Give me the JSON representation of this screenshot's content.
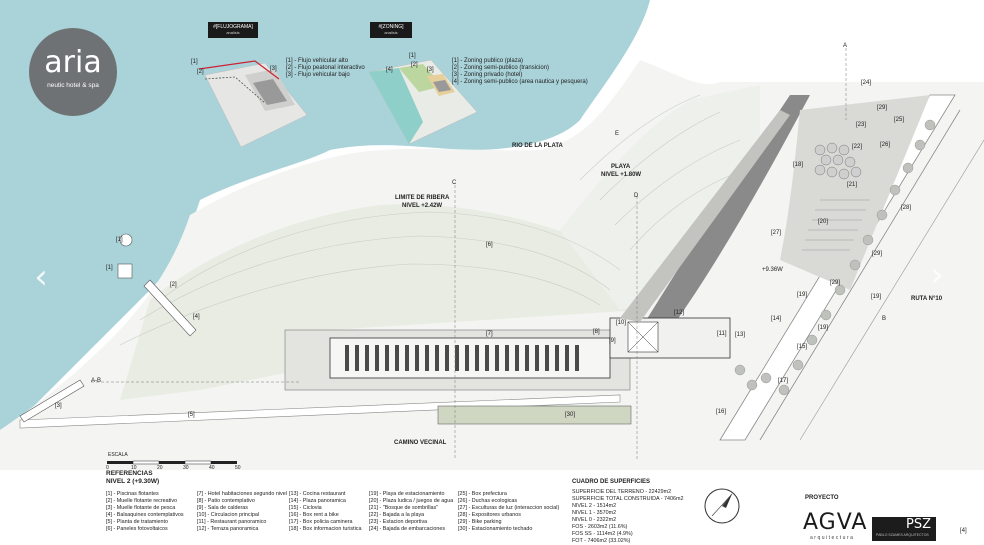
{
  "logo": {
    "name": "aria",
    "tagline": "neutic hotel & spa"
  },
  "diagrams": {
    "flujograma": {
      "tag": "#[FLUJOGRAMA]",
      "tag_sub": "analisis",
      "markers": [
        "[1]",
        "[2]",
        "[3]"
      ],
      "legend": [
        "[1] - Flujo vehicular alto",
        "[2] - Flujo peatonal interactivo",
        "[3] - Flujo vehicular bajo"
      ]
    },
    "zoning": {
      "tag": "#[ZONING]",
      "tag_sub": "analisis",
      "markers": [
        "[1]",
        "[2]",
        "[3]",
        "[4]"
      ],
      "legend": [
        "[1] - Zoning publico (plaza)",
        "[2] - Zoning semi-publico (transicion)",
        "[3] - Zoning privado (hotel)",
        "[4] - Zoning semi-publico (area nautica y pesquera)"
      ]
    }
  },
  "site_labels": {
    "rio": "RIO DE LA PLATA",
    "playa_title": "PLAYA",
    "playa_level": "NIVEL +1.80W",
    "ribera_title": "LIMITE DE RIBERA",
    "ribera_level": "NIVEL +2.42W",
    "camino": "CAMINO VECINAL",
    "ruta": "RUTA N°10",
    "level_936": "+9.36W",
    "section_a": "A",
    "section_b": "B",
    "section_c": "C",
    "section_d": "D",
    "section_e": "E",
    "section_ab": "A-B"
  },
  "plan_markers": {
    "m1a": "[1]",
    "m1b": "[1]",
    "m2": "[2]",
    "m3": "[3]",
    "m4": "[4]",
    "m5": "[5]",
    "m6": "[6]",
    "m7": "[7]",
    "m8": "[8]",
    "m9": "[9]",
    "m10": "[10]",
    "m11": "[11]",
    "m12": "[12]",
    "m13": "[13]",
    "m14": "[14]",
    "m15": "[15]",
    "m16": "[16]",
    "m17": "[17]",
    "m18": "[18]",
    "m19a": "[19]",
    "m19b": "[19]",
    "m19c": "[19]",
    "m20": "[20]",
    "m21": "[21]",
    "m22": "[22]",
    "m23": "[23]",
    "m24": "[24]",
    "m25": "[25]",
    "m26": "[26]",
    "m27": "[27]",
    "m28": "[28]",
    "m29a": "[29]",
    "m29b": "[29]",
    "m29c": "[29]",
    "m30": "[30]"
  },
  "scale": {
    "title": "ESCALA",
    "ticks": [
      "0",
      "10",
      "20",
      "30",
      "40",
      "50"
    ]
  },
  "references": {
    "title": "REFERENCIAS",
    "subtitle": "NIVEL 2 (+9.30W)",
    "col1": [
      "[1] - Piscinas flotantes",
      "[2] - Muelle flotante recreativo",
      "[3] - Muelle flotante de pesca",
      "[4] - Balsaquines contemplativos",
      "[5] - Planta de tratamiento",
      "[6] - Paneles fotovoltaicos"
    ],
    "col2": [
      "[7] - Hotel habitaciones segundo nivel",
      "[8] - Patio contemplativo",
      "[9] - Sala de calderas",
      "[10] - Circulacion principal",
      "[11] - Restaurant panoramico",
      "[12] - Terraza panoramica"
    ],
    "col3": [
      "[13] - Cocina restaurant",
      "[14] - Plaza panoramica",
      "[15] - Ciclovia",
      "[16] - Box rent a bike",
      "[17] - Box policia caminera",
      "[18] - Box informacion turistica"
    ],
    "col4": [
      "[19] - Playa de estacionamiento",
      "[20] - Plaza ludica / juegos de agua",
      "[21] - \"Bosque de sombrillas\"",
      "[22] - Bajada a la playa",
      "[23] - Estacion deportiva",
      "[24] - Bajada de embarcaciones"
    ],
    "col5": [
      "[25] - Box prefectura",
      "[26] - Duchas ecologicas",
      "[27] - Esculturas de luz (interaccion social)",
      "[28] - Expositores urbanos",
      "[29] - Bike parking",
      "[30] - Estacionamiento techado"
    ]
  },
  "superficies": {
    "title": "CUADRO DE SUPERFICIES",
    "rows": [
      "SUPERFICIE DEL TERRENO - 22429m2",
      "SUPERFICIE TOTAL CONSTRUIDA - 7406m2",
      "NIVEL 2 - 1514m2",
      "NIVEL 1 - 3570m2",
      "NIVEL 0 - 2322m2",
      "FOS - 2603m2 (11.6%)",
      "FOS SS - 1114m2 (4.9%)",
      "FOT - 7406m2 (33.02%)"
    ]
  },
  "proyecto": {
    "label": "PROYECTO",
    "brand": "AGVA",
    "brand_sub": "arquitectura"
  },
  "psz": {
    "label": "PSZ",
    "sub": "PABLO SZAMES ARQUITECTOS"
  },
  "page_number": "[4]",
  "colors": {
    "water": "#a9d3d9",
    "land": "#f2f3ef",
    "green": "#e8ece2",
    "logo": "#6f7275",
    "plan_dark": "#3d3d3d"
  },
  "icons": {
    "prev": "chevron-left-icon",
    "next": "chevron-right-icon",
    "north": "north-arrow-icon"
  }
}
